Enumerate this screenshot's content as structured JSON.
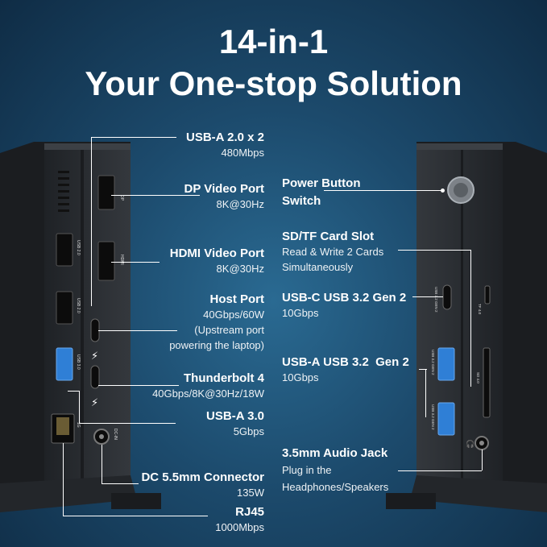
{
  "header": {
    "line1": "14-in-1",
    "line2": "Your One-stop Solution"
  },
  "left_labels": [
    {
      "title": "USB-A 2.0 x 2",
      "sub": [
        "480Mbps"
      ]
    },
    {
      "title": "DP Video Port",
      "sub": [
        "8K@30Hz"
      ]
    },
    {
      "title": "HDMI Video Port",
      "sub": [
        "8K@30Hz"
      ]
    },
    {
      "title": "Host Port",
      "sub": [
        "40Gbps/60W",
        "(Upstream port",
        "powering the laptop)"
      ]
    },
    {
      "title": "Thunderbolt 4",
      "sub": [
        "40Gbps/8K@30Hz/18W"
      ]
    },
    {
      "title": "USB-A 3.0",
      "sub": [
        "5Gbps"
      ]
    },
    {
      "title": "DC 5.5mm Connector",
      "sub": [
        "135W"
      ]
    },
    {
      "title": "RJ45",
      "sub": [
        "1000Mbps"
      ]
    }
  ],
  "right_labels": [
    {
      "title": "Power Button",
      "title2": "Switch"
    },
    {
      "title": "SD/TF Card Slot",
      "sub": [
        "Read & Write 2 Cards",
        "Simultaneously"
      ]
    },
    {
      "title": "USB-C USB 3.2 Gen 2",
      "sub": [
        "10Gbps"
      ]
    },
    {
      "title": "USB-A USB 3.2  Gen 2",
      "sub": [
        "10Gbps"
      ]
    },
    {
      "title": "3.5mm Audio Jack",
      "sub": [
        "Plug in the",
        "Headphones/Speakers"
      ]
    }
  ],
  "device_left": {
    "port_labels": {
      "dp": "DP",
      "hdmi": "HDMI",
      "usb20a": "USB 2.0",
      "usb20b": "USB 2.0",
      "usb30": "USB 3.0",
      "rj45": "1G",
      "dc": "DC-IN"
    }
  },
  "device_right": {
    "port_labels": {
      "usbc": "USB 3.2 GEN 2",
      "tf": "TF 4.0",
      "usba1": "USB 3.2 GEN 2",
      "sd": "SD 4.0",
      "usba2": "USB 3.2 GEN 2"
    }
  },
  "colors": {
    "bg_center": "#2a6a92",
    "bg_edge": "#0f2c45",
    "device": "#2b2e32",
    "usb3": "#2f7fd6"
  }
}
